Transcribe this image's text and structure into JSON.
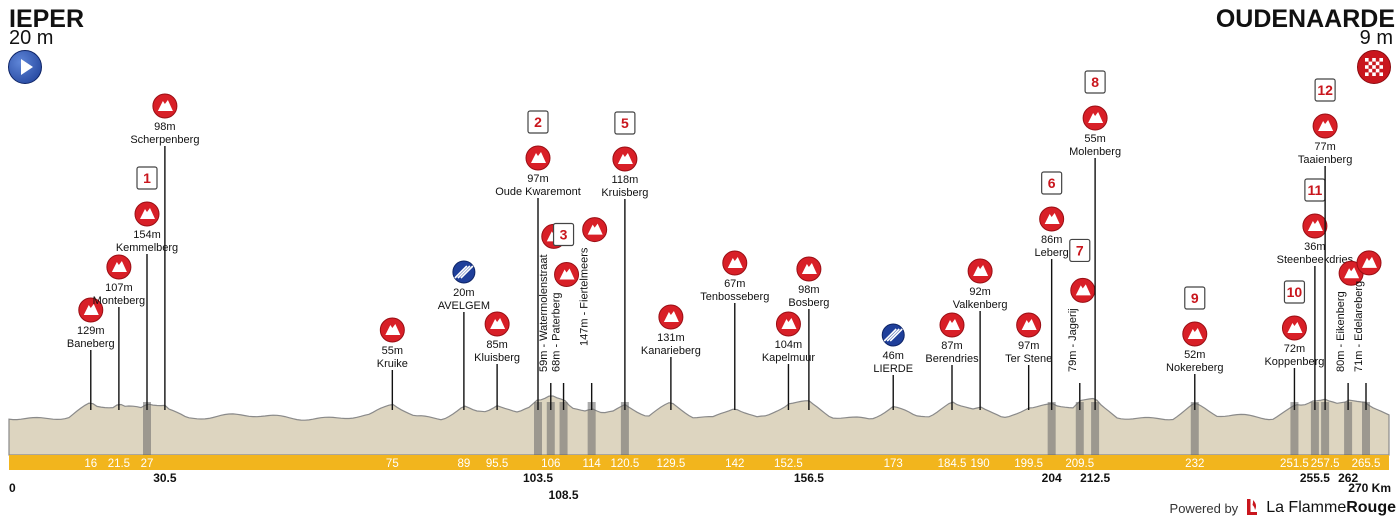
{
  "header": {
    "start_name": "IEPER",
    "start_alt": "20 m",
    "finish_name": "OUDENAARDE",
    "finish_alt": "9 m"
  },
  "credit": {
    "powered": "Powered by",
    "brand_light": "La Flamme",
    "brand_bold": "Rouge"
  },
  "chart_data": {
    "type": "area",
    "title": "",
    "xlabel": "",
    "ylabel": "",
    "xlim": [
      0,
      270
    ],
    "x_unit": "Km",
    "axis_start_label": "0",
    "axis_end_label": "270 Km",
    "profile_colors": {
      "terrain": "#ddd5c0",
      "edge": "#8a8a8a",
      "axis_bar": "#f2b51d",
      "cobbles": "#666666"
    },
    "climbs": [
      {
        "km": 16,
        "km_label": "16",
        "name": "Baneberg",
        "alt": "129m",
        "num": "",
        "type": "climb",
        "axis_row": 1
      },
      {
        "km": 21.5,
        "km_label": "21.5",
        "name": "Monteberg",
        "alt": "107m",
        "num": "",
        "type": "climb",
        "axis_row": 1
      },
      {
        "km": 27,
        "km_label": "27",
        "name": "Kemmelberg",
        "alt": "154m",
        "num": "1",
        "type": "climb",
        "axis_row": 1
      },
      {
        "km": 30.5,
        "km_label": "30.5",
        "name": "Scherpenberg",
        "alt": "98m",
        "num": "",
        "type": "climb",
        "axis_row": 2
      },
      {
        "km": 75,
        "km_label": "75",
        "name": "Kruike",
        "alt": "55m",
        "num": "",
        "type": "climb",
        "axis_row": 1
      },
      {
        "km": 89,
        "km_label": "89",
        "name": "AVELGEM",
        "alt": "20m",
        "num": "",
        "type": "town",
        "axis_row": 1
      },
      {
        "km": 95.5,
        "km_label": "95.5",
        "name": "Kluisberg",
        "alt": "85m",
        "num": "",
        "type": "climb",
        "axis_row": 1
      },
      {
        "km": 103.5,
        "km_label": "103.5",
        "name": "Oude Kwaremont",
        "alt": "97m",
        "num": "2",
        "type": "climb",
        "axis_row": 2
      },
      {
        "km": 106,
        "km_label": "106",
        "name": "Watermolenstraat",
        "alt": "59m",
        "num": "",
        "type": "vclimb",
        "axis_row": 1
      },
      {
        "km": 108.5,
        "km_label": "108.5",
        "name": "Paterberg",
        "alt": "68m",
        "num": "3",
        "type": "vclimb",
        "axis_row": 3
      },
      {
        "km": 114,
        "km_label": "114",
        "name": "Fiertelmeers",
        "alt": "147m",
        "num": "",
        "type": "vclimb",
        "axis_row": 1
      },
      {
        "km": 120.5,
        "km_label": "120.5",
        "name": "Kruisberg",
        "alt": "118m",
        "num": "5",
        "type": "climb",
        "axis_row": 1
      },
      {
        "km": 129.5,
        "km_label": "129.5",
        "name": "Kanarieberg",
        "alt": "131m",
        "num": "",
        "type": "climb",
        "axis_row": 1
      },
      {
        "km": 142,
        "km_label": "142",
        "name": "Tenbosseberg",
        "alt": "67m",
        "num": "",
        "type": "climb",
        "axis_row": 1
      },
      {
        "km": 152.5,
        "km_label": "152.5",
        "name": "Kapelmuur",
        "alt": "104m",
        "num": "",
        "type": "climb",
        "axis_row": 1
      },
      {
        "km": 156.5,
        "km_label": "156.5",
        "name": "Bosberg",
        "alt": "98m",
        "num": "",
        "type": "climb",
        "axis_row": 2
      },
      {
        "km": 173,
        "km_label": "173",
        "name": "LIERDE",
        "alt": "46m",
        "num": "",
        "type": "town",
        "axis_row": 1
      },
      {
        "km": 184.5,
        "km_label": "184.5",
        "name": "Berendries",
        "alt": "87m",
        "num": "",
        "type": "climb",
        "axis_row": 1
      },
      {
        "km": 190,
        "km_label": "190",
        "name": "Valkenberg",
        "alt": "92m",
        "num": "",
        "type": "climb",
        "axis_row": 1
      },
      {
        "km": 199.5,
        "km_label": "199.5",
        "name": "Ter Stene",
        "alt": "97m",
        "num": "",
        "type": "climb",
        "axis_row": 1
      },
      {
        "km": 204,
        "km_label": "204",
        "name": "Leberg",
        "alt": "86m",
        "num": "6",
        "type": "climb",
        "axis_row": 2
      },
      {
        "km": 209.5,
        "km_label": "209.5",
        "name": "Jagerij",
        "alt": "79m",
        "num": "7",
        "type": "vclimb",
        "axis_row": 1
      },
      {
        "km": 212.5,
        "km_label": "212.5",
        "name": "Molenberg",
        "alt": "55m",
        "num": "8",
        "type": "climb",
        "axis_row": 2
      },
      {
        "km": 232,
        "km_label": "232",
        "name": "Nokereberg",
        "alt": "52m",
        "num": "9",
        "type": "climb",
        "axis_row": 1
      },
      {
        "km": 251.5,
        "km_label": "251.5",
        "name": "Koppenberg",
        "alt": "72m",
        "num": "10",
        "type": "climb",
        "axis_row": 1
      },
      {
        "km": 255.5,
        "km_label": "255.5",
        "name": "Steenbeekdries",
        "alt": "36m",
        "num": "11",
        "type": "climb",
        "axis_row": 2
      },
      {
        "km": 257.5,
        "km_label": "257.5",
        "name": "Taaienberg",
        "alt": "77m",
        "num": "12",
        "type": "climb",
        "axis_row": 1
      },
      {
        "km": 262,
        "km_label": "262",
        "name": "Eikenberg",
        "alt": "80m",
        "num": "",
        "type": "vclimb",
        "axis_row": 2
      },
      {
        "km": 265.5,
        "km_label": "265.5",
        "name": "Edelareberg",
        "alt": "71m",
        "num": "",
        "type": "vclimb",
        "axis_row": 1
      }
    ]
  }
}
